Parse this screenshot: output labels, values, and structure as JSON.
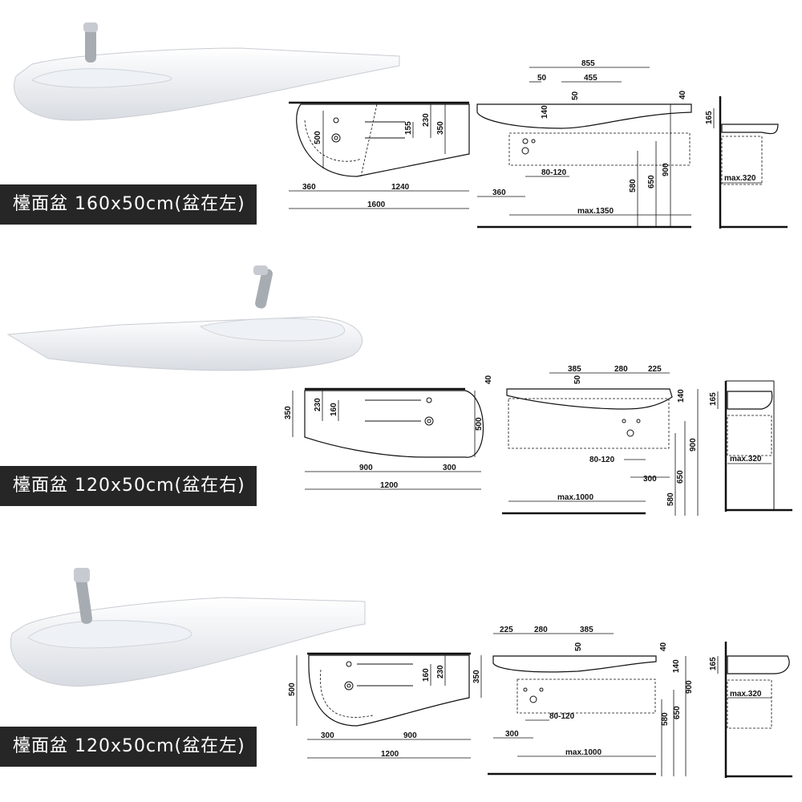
{
  "sections": [
    {
      "title": "檯面盆 160x50cm(盆在左)",
      "plan": {
        "d1": "500",
        "d2": "155",
        "d3": "230",
        "d4": "350",
        "w1": "360",
        "w2": "1240",
        "w3": "1600"
      },
      "front": {
        "a": "855",
        "b": "50",
        "c": "455",
        "d": "50",
        "e": "140",
        "f": "40",
        "g": "80-120",
        "h": "360",
        "i": "580",
        "j": "650",
        "k": "900",
        "l": "max.1350"
      },
      "side": {
        "a": "165",
        "b": "max.320"
      }
    },
    {
      "title": "檯面盆 120x50cm(盆在右)",
      "plan": {
        "d1": "350",
        "d2": "230",
        "d3": "160",
        "d4": "500",
        "w1": "900",
        "w2": "300",
        "w3": "1200"
      },
      "front": {
        "a": "385",
        "b": "280",
        "c": "225",
        "d": "50",
        "e": "140",
        "f": "40",
        "g": "80-120",
        "h": "300",
        "i": "580",
        "j": "650",
        "k": "900",
        "l": "max.1000"
      },
      "side": {
        "a": "165",
        "b": "max.320"
      }
    },
    {
      "title": "檯面盆 120x50cm(盆在左)",
      "plan": {
        "d1": "500",
        "d2": "160",
        "d3": "230",
        "d4": "350",
        "w1": "300",
        "w2": "900",
        "w3": "1200"
      },
      "front": {
        "a": "225",
        "b": "280",
        "c": "385",
        "d": "50",
        "e": "140",
        "f": "40",
        "g": "80-120",
        "h": "300",
        "i": "580",
        "j": "650",
        "k": "900",
        "l": "max.1000"
      },
      "side": {
        "a": "165",
        "b": "max.320"
      }
    }
  ]
}
